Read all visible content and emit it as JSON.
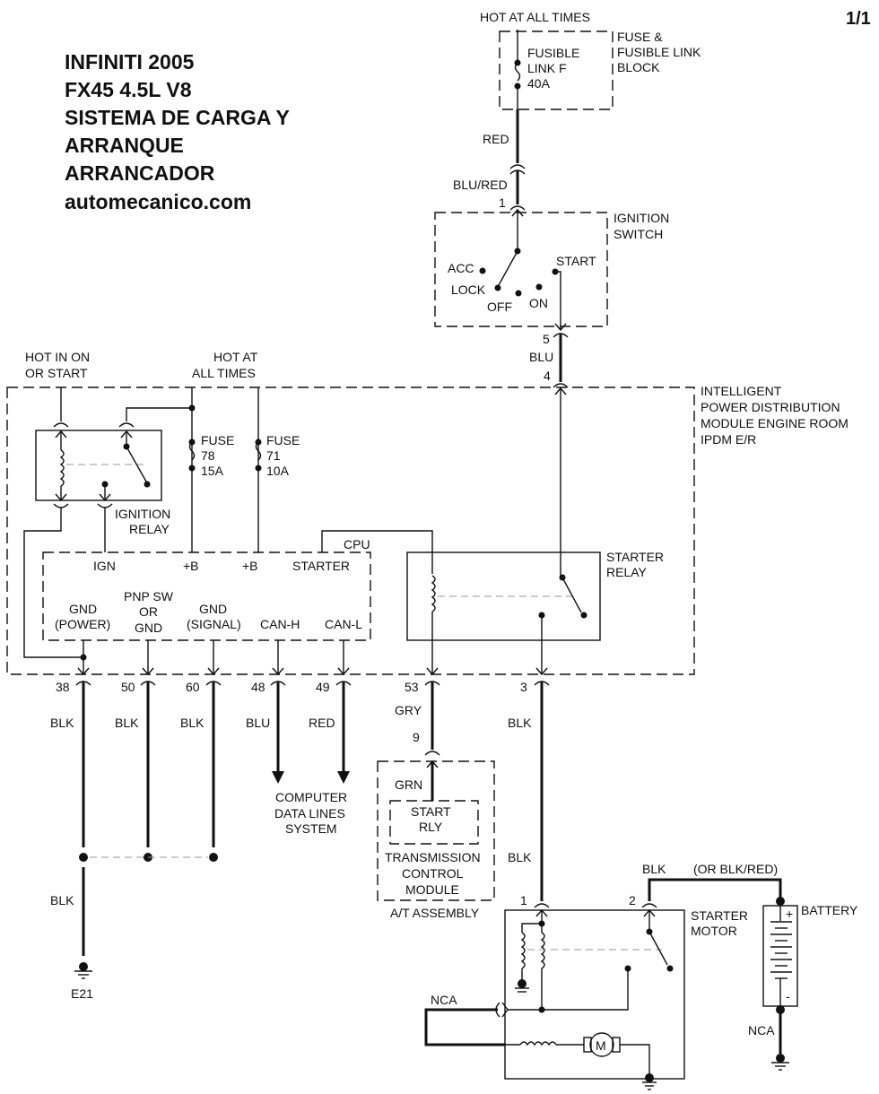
{
  "page_indicator": "1/1",
  "title_lines": [
    "INFINITI 2005",
    "FX45 4.5L V8",
    "SISTEMA DE CARGA Y",
    "ARRANQUE",
    "ARRANCADOR",
    "automecanico.com"
  ],
  "fuse_block": {
    "supply": "HOT AT ALL TIMES",
    "fuse_label": [
      "FUSIBLE",
      "LINK F",
      "40A"
    ],
    "name": [
      "FUSE &",
      "FUSIBLE LINK",
      "BLOCK"
    ],
    "wire_out": "RED",
    "wire_in": "BLU/RED",
    "pin_in": "1"
  },
  "ignition_switch": {
    "name": [
      "IGNITION",
      "SWITCH"
    ],
    "positions": [
      "ACC",
      "LOCK",
      "OFF",
      "ON",
      "START"
    ],
    "pin_out": "5",
    "wire": "BLU",
    "pin_ipdm": "4"
  },
  "ipdm": {
    "name": [
      "INTELLIGENT",
      "POWER DISTRIBUTION",
      "MODULE ENGINE ROOM",
      "IPDM E/R"
    ],
    "supply_left": [
      "HOT IN ON",
      "OR START"
    ],
    "supply_mid": [
      "HOT AT",
      "ALL TIMES"
    ],
    "fuse78": [
      "FUSE",
      "78",
      "15A"
    ],
    "fuse71": [
      "FUSE",
      "71",
      "10A"
    ],
    "ignition_relay": [
      "IGNITION",
      "RELAY"
    ],
    "cpu_label": "CPU",
    "cpu_top_pins": [
      "IGN",
      "+B",
      "+B",
      "STARTER"
    ],
    "cpu_bottom_pins": [
      [
        "GND",
        "(POWER)"
      ],
      [
        "PNP SW",
        "OR",
        "GND"
      ],
      [
        "GND",
        "(SIGNAL)"
      ],
      [
        "CAN-H"
      ],
      [
        "CAN-L"
      ]
    ],
    "starter_relay": [
      "STARTER",
      "RELAY"
    ]
  },
  "ipdm_pins": [
    {
      "pin": "38",
      "wire": "BLK"
    },
    {
      "pin": "50",
      "wire": "BLK"
    },
    {
      "pin": "60",
      "wire": "BLK"
    },
    {
      "pin": "48",
      "wire": "BLU"
    },
    {
      "pin": "49",
      "wire": "RED"
    },
    {
      "pin": "53",
      "wire": "GRY"
    },
    {
      "pin": "3",
      "wire": "BLK"
    }
  ],
  "data_lines": [
    "COMPUTER",
    "DATA LINES",
    "SYSTEM"
  ],
  "ground": {
    "wire": "BLK",
    "name": "E21"
  },
  "tcm": {
    "pin": "9",
    "wire": "GRN",
    "inner": [
      "START",
      "RLY"
    ],
    "name": [
      "TRANSMISSION",
      "CONTROL",
      "MODULE"
    ],
    "assembly": "A/T ASSEMBLY"
  },
  "starter_motor": {
    "name": [
      "STARTER",
      "MOTOR"
    ],
    "pin1": "1",
    "pin1_wire": "BLK",
    "pin2": "2",
    "pin2_wire": "BLK",
    "pin2_alt": "(OR BLK/RED)",
    "nca": "NCA",
    "motor_symbol": "M"
  },
  "battery": {
    "name": "BATTERY",
    "plus": "+",
    "minus": "-",
    "ground_wire": "NCA"
  }
}
